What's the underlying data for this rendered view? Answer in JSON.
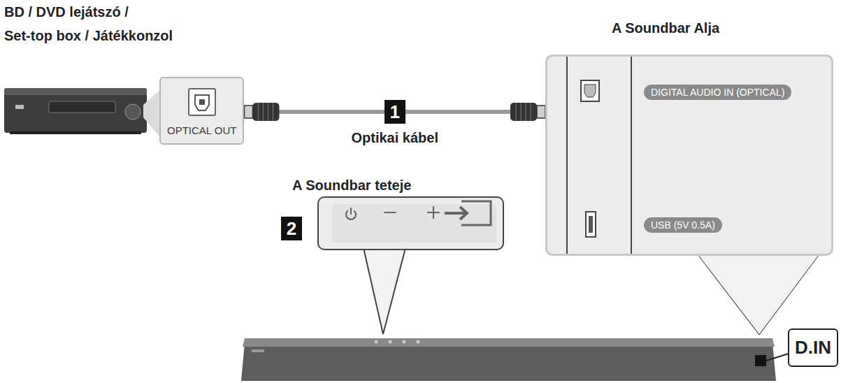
{
  "diagram": {
    "nodes": [
      {
        "text": [
          "OPTICAL OUT"
        ]
      },
      {
        "text": [
          "A Soundbar Alja"
        ]
      },
      {
        "text": [
          "DIGITAL AUDIO IN (OPTICAL)"
        ],
        "in": 1
      },
      {
        "text": [
          "USB (5V 0.5A)"
        ],
        "in": 1
      },
      {
        "text": [
          "D.IN"
        ]
      }
    ],
    "edges": [
      {
        "from": 0,
        "to": 1,
        "arrow": "none",
        "label": "Optikai kábel"
      }
    ],
    "labels": [
      "BD / DVD lejátszó /",
      "Set-top box / Játékkonzol",
      "1",
      "A Soundbar teteje",
      "2"
    ]
  }
}
